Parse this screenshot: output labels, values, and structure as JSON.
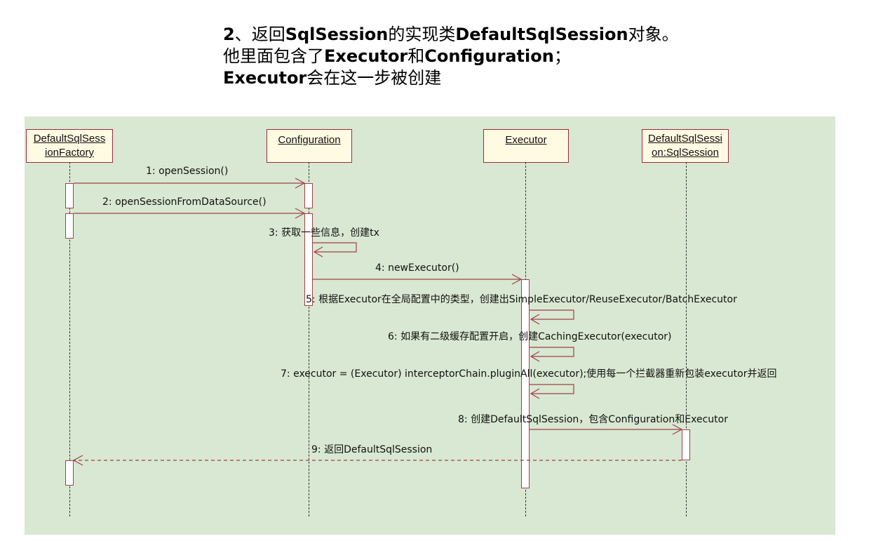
{
  "heading": {
    "line1_num": "2",
    "line1_a": "、返回",
    "line1_b": "SqlSession",
    "line1_c": "的实现类",
    "line1_d": "DefaultSqlSession",
    "line1_e": "对象。",
    "line2_a": "他里面包含了",
    "line2_b": "Executor",
    "line2_c": "和",
    "line2_d": "Configuration",
    "line2_e": "；",
    "line3_a": "Executor",
    "line3_b": "会在这一步被创建"
  },
  "actors": [
    {
      "line1": "DefaultSqlSess",
      "line2": "ionFactory"
    },
    {
      "line1": "Configuration",
      "line2": ""
    },
    {
      "line1": "Executor",
      "line2": ""
    },
    {
      "line1": "DefaultSqlSessi",
      "line2": "on:SqlSession"
    }
  ],
  "messages": [
    "1: openSession()",
    "2: openSessionFromDataSource()",
    "3: 获取一些信息，创建tx",
    "4: newExecutor()",
    "5: 根据Executor在全局配置中的类型，创建出SimpleExecutor/ReuseExecutor/BatchExecutor",
    "6: 如果有二级缓存配置开启，创建CachingExecutor(executor)",
    "7: executor = (Executor) interceptorChain.pluginAll(executor);使用每一个拦截器重新包装executor并返回",
    "8: 创建DefaultSqlSession，包含Configuration和Executor",
    "9: 返回DefaultSqlSession"
  ],
  "colors": {
    "panel_bg": "#d8e8d2",
    "actor_bg": "#fffbe3",
    "border": "#9c2a3e",
    "arrow": "#a0404a"
  }
}
